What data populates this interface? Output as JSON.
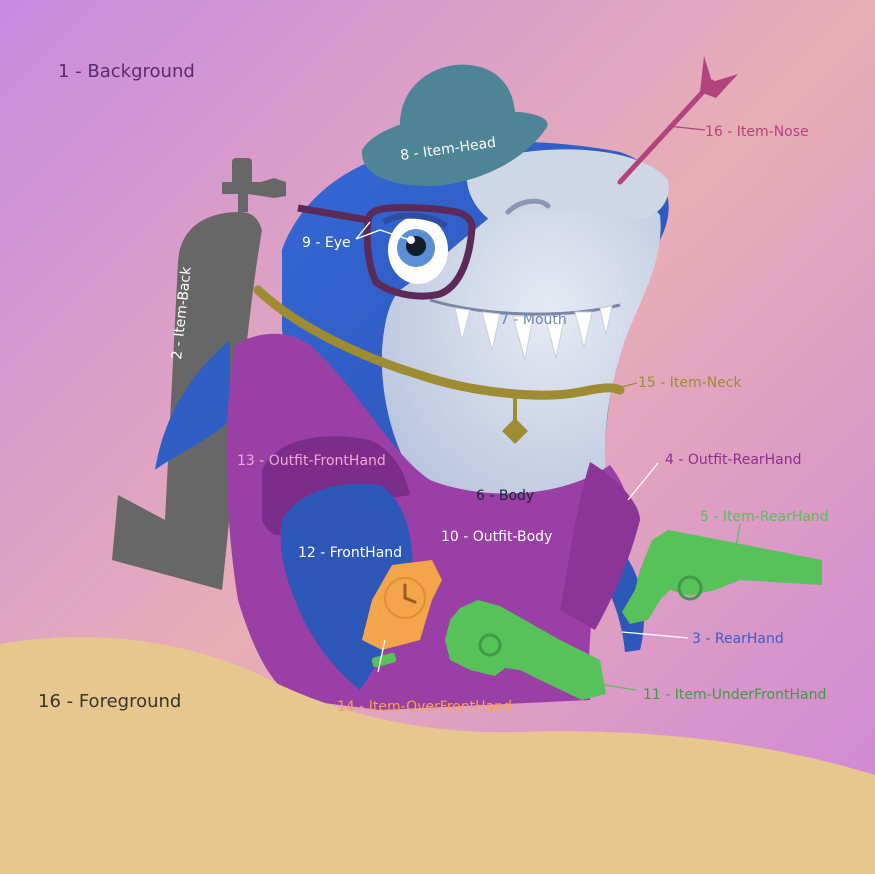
{
  "labels": {
    "background": "1 - Background",
    "item_back": "2 - Item-Back",
    "rear_hand": "3 - RearHand",
    "outfit_rear_hand": "4 - Outfit-RearHand",
    "item_rear_hand": "5 - Item-RearHand",
    "body": "6 - Body",
    "mouth": "7 - Mouth",
    "item_head": "8 - Item-Head",
    "eye": "9 - Eye",
    "outfit_body": "10 - Outfit-Body",
    "item_under_front_hand": "11 - Item-UnderFrontHand",
    "front_hand": "12 - FrontHand",
    "outfit_front_hand": "13 - Outfit-FrontHand",
    "item_over_front_hand": "14 - Item-OverFrontHand",
    "item_neck": "15 - Item-Neck",
    "item_nose": "16 - Item-Nose",
    "foreground": "16 - Foreground"
  },
  "colors": {
    "bg_top_left": "#c98be0",
    "bg_center": "#e8aeb6",
    "bg_bottom_right": "#d08ad6",
    "sand": "#e6c78f",
    "tank": "#666666",
    "shark_blue": "#2f5fc4",
    "shark_belly": "#d4dae8",
    "outfit": "#993fa6",
    "hat": "#4f8396",
    "glasses": "#5a2a58",
    "chain": "#9d8c32",
    "gun": "#57c15a",
    "watch": "#f3a54a",
    "arrow": "#b2437c"
  }
}
